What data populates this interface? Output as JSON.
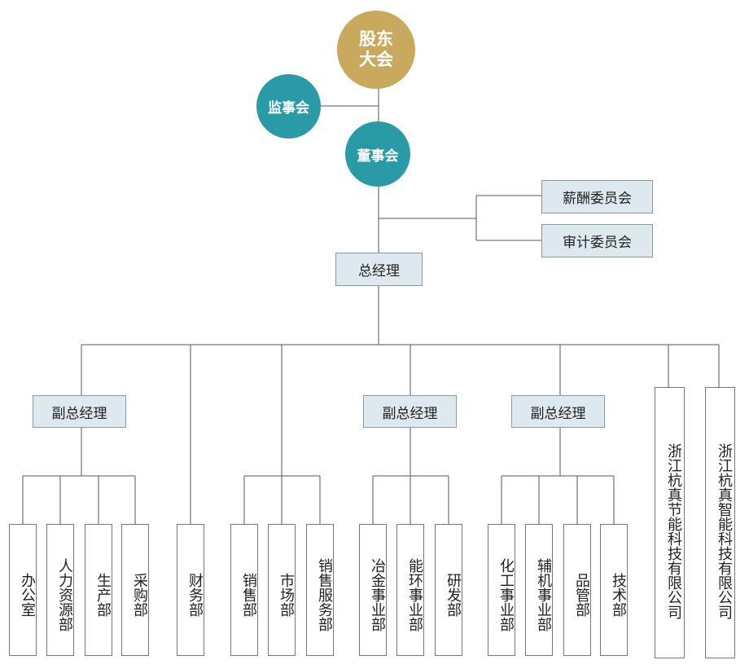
{
  "top": {
    "shareholders": "股东\n大会",
    "supervisory": "监事会",
    "board": "董事会"
  },
  "committees": {
    "salary": "薪酬委员会",
    "audit": "审计委员会"
  },
  "gm": "总经理",
  "vp_labels": [
    "副总经理",
    "副总经理",
    "副总经理"
  ],
  "departments": [
    "办公室",
    "人力资源部",
    "生产部",
    "采购部",
    "财务部",
    "销售部",
    "市场部",
    "销售服务部",
    "冶金事业部",
    "能环事业部",
    "研发部",
    "化工事业部",
    "辅机事业部",
    "品管部",
    "技术部"
  ],
  "subsidiaries": [
    "浙江杭真节能科技有限公司",
    "浙江杭真智能科技有限公司"
  ],
  "colors": {
    "gold": "#c9a95e",
    "teal": "#2a9aa6",
    "box_fill": "#dde9ee"
  }
}
